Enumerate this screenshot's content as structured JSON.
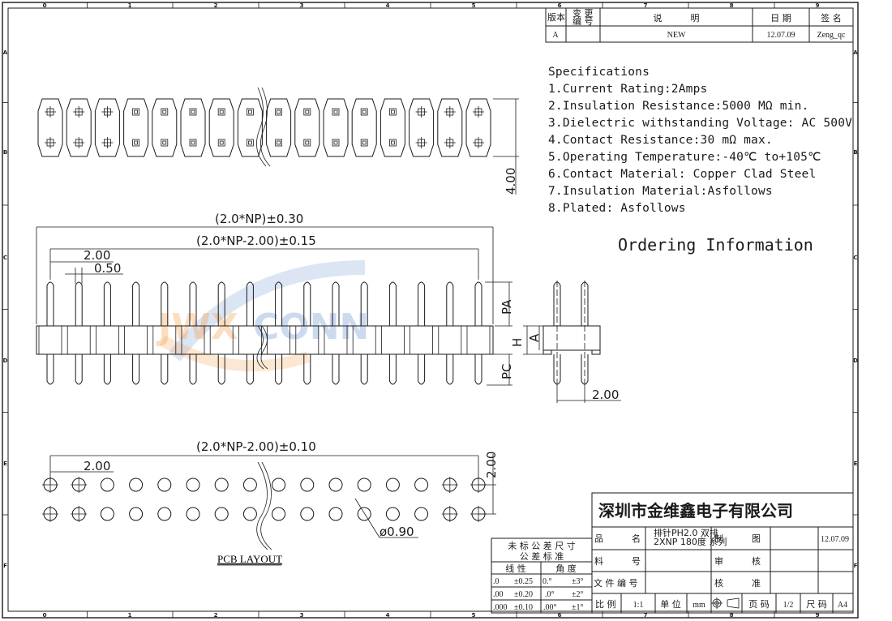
{
  "frame": {
    "columns": [
      "0",
      "1",
      "2",
      "3",
      "4",
      "5",
      "6",
      "7",
      "8",
      "9"
    ],
    "rows": [
      "A",
      "B",
      "C",
      "D",
      "E",
      "F"
    ]
  },
  "revision_table": {
    "headers": [
      "版本",
      "变 更\n编 号",
      "说        明",
      "日 期",
      "签 名"
    ],
    "header_version": "版本",
    "header_change_1": "变 更",
    "header_change_2": "编 号",
    "header_desc": "说          明",
    "header_date": "日 期",
    "header_sign": "签 名",
    "rows": [
      {
        "version": "A",
        "change_no": "",
        "description": "NEW",
        "date": "12.07.09",
        "signature": "Zeng_qc"
      }
    ]
  },
  "specifications": {
    "title": "Specifications",
    "items": [
      "1.Current Rating:2Amps",
      "2.Insulation Resistance:5000 MΩ min.",
      "3.Dielectric withstanding Voltage: AC 500V",
      "4.Contact Resistance:30 mΩ max.",
      "5.Operating Temperature:-40℃ to+105℃",
      "6.Contact Material: Copper Clad Steel",
      "7.Insulation Material:Asfollows",
      "8.Plated: Asfollows"
    ]
  },
  "ordering_information": "Ordering Information",
  "dimensions": {
    "top_view_height": "4.00",
    "overall_length": "(2.0*NP)±0.30",
    "pitch_span": "(2.0*NP-2.00)±0.15",
    "pitch": "2.00",
    "pin_width": "0.50",
    "pa": "PA",
    "pc": "PC",
    "h": "H",
    "a": "A",
    "row_pitch_side": "2.00",
    "pcb_span": "(2.0*NP-2.00)±0.10",
    "pcb_pitch": "2.00",
    "pcb_row_pitch": "2.00",
    "hole_diameter": "ø0.90"
  },
  "pcb_layout_label": "PCB LAYOUT",
  "watermark": {
    "part1": "JWX",
    "part2": "CONN",
    "color_orange": "#f5a04a",
    "color_blue": "#6f97d4"
  },
  "tolerance_table": {
    "title_1": "未 标 公 差 尺 寸",
    "title_2": "公 差 标 准",
    "col_linear": "线 性",
    "col_angle": "角 度",
    "rows": [
      {
        "lin_fmt": ".0",
        "lin_tol": "±0.25",
        "ang_fmt": "0.°",
        "ang_tol": "±3°"
      },
      {
        "lin_fmt": ".00",
        "lin_tol": "±0.20",
        "ang_fmt": ".0°",
        "ang_tol": "±2°"
      },
      {
        "lin_fmt": ".000",
        "lin_tol": "±0.10",
        "ang_fmt": ".00°",
        "ang_tol": "±1°"
      }
    ]
  },
  "title_block": {
    "company": "深圳市金维鑫电子有限公司",
    "product_name_label": "品          名",
    "product_name_1": "排针PH2.0 双排",
    "product_name_2": "2XNP 180度 系列",
    "part_no_label": "料          号",
    "file_no_label": "文 件 编 号",
    "drawn_label": "制          图",
    "drawn_date": "12.07.09",
    "checked_label": "审          核",
    "approved_label": "核          准",
    "scale_label": "比 例",
    "scale_value": "1:1",
    "unit_label": "单 位",
    "unit_value": "mm",
    "projection_icon": "first-angle-projection-icon",
    "page_label": "页 码",
    "page_value": "1/2",
    "size_label": "尺 码",
    "size_value": "A4"
  }
}
